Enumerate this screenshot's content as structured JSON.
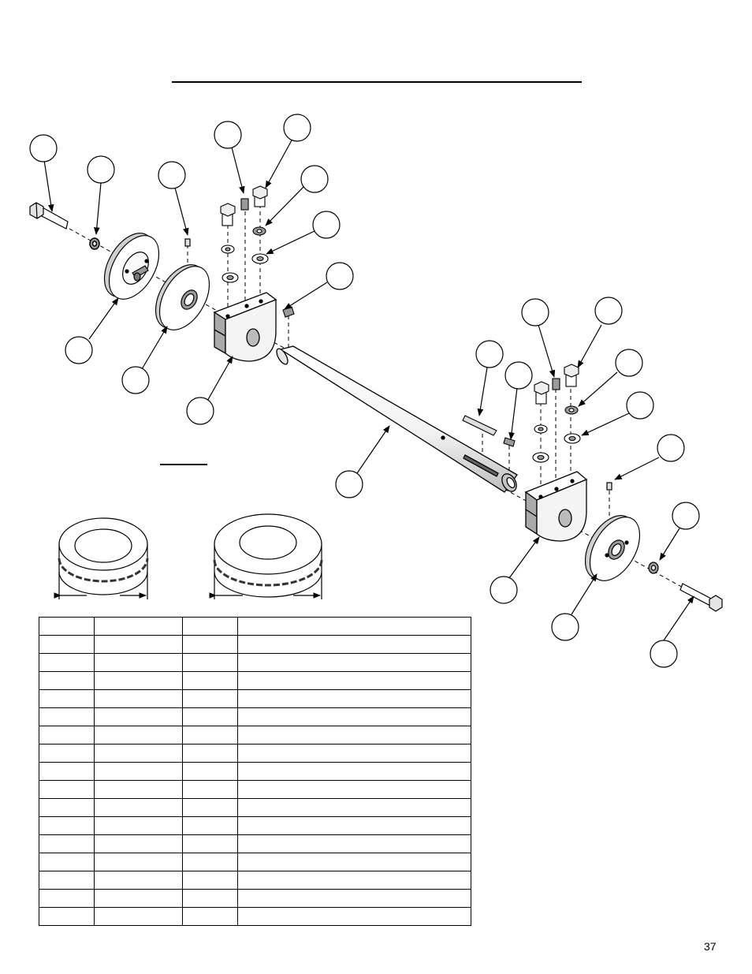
{
  "page": {
    "number": "37"
  },
  "table": {
    "rows": 17,
    "cols": 4
  },
  "colors": {
    "ink": "#000000",
    "paper": "#ffffff",
    "shade": "#9a9a9a",
    "lightShade": "#d4d4d4"
  }
}
